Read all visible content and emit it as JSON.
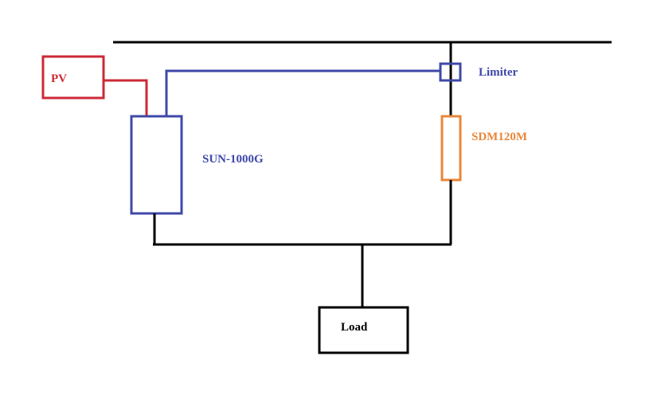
{
  "diagram": {
    "colors": {
      "grid": "#000000",
      "pv": "#cc2a36",
      "inverter": "#3f48a8",
      "meter": "#e8873a",
      "load": "#000000"
    },
    "labels": {
      "pv": "PV",
      "inverter": "SUN-1000G",
      "limiter": "Limiter",
      "meter": "SDM120M",
      "load": "Load"
    },
    "components": [
      {
        "id": "pv",
        "type": "solar-panel"
      },
      {
        "id": "inverter",
        "type": "micro-inverter"
      },
      {
        "id": "limiter",
        "type": "current-sensor"
      },
      {
        "id": "meter",
        "type": "energy-meter"
      },
      {
        "id": "load",
        "type": "load"
      }
    ],
    "connections": [
      {
        "from": "pv",
        "to": "inverter"
      },
      {
        "from": "inverter",
        "to": "limiter"
      },
      {
        "from": "grid",
        "to": "meter",
        "via": "limiter"
      },
      {
        "from": "meter",
        "to": "load"
      },
      {
        "from": "inverter",
        "to": "load"
      }
    ]
  }
}
